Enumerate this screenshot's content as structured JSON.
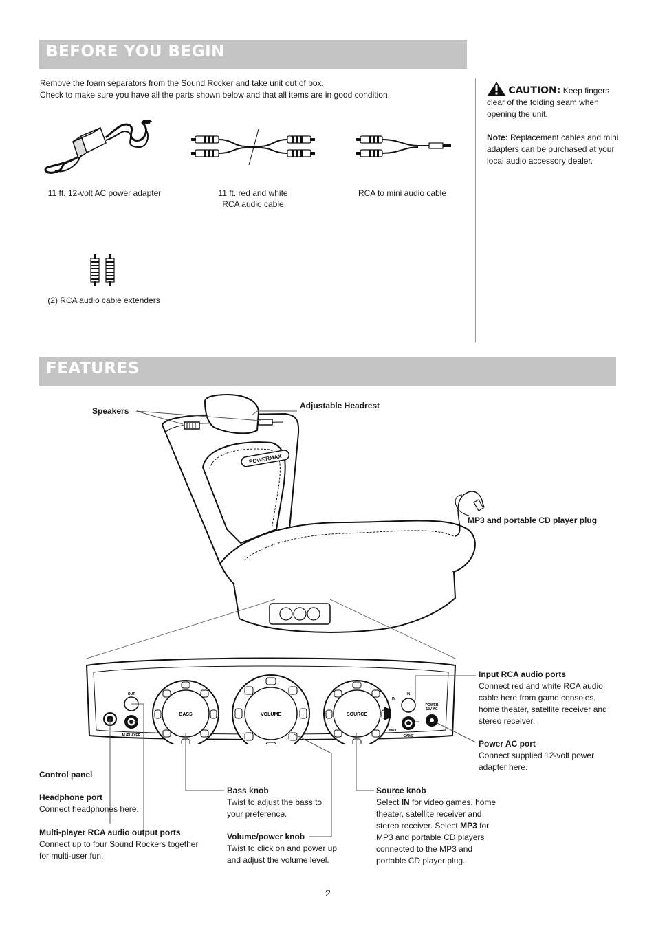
{
  "before": {
    "title": "BEFORE YOU BEGIN",
    "intro_1": "Remove the foam separators from the Sound Rocker and take unit out of box.",
    "intro_2": "Check to make sure you have all the parts shown below and that all items are in good condition.",
    "caution_label": "CAUTION:",
    "caution_text": "Keep fingers clear of the folding seam when opening the unit.",
    "note_label": "Note:",
    "note_text": "Replacement cables and mini adapters can be purchased at your local audio accessory dealer.",
    "parts": [
      {
        "caption": "11 ft. 12-volt AC power adapter"
      },
      {
        "caption_1": "11 ft. red and white",
        "caption_2": "RCA audio cable"
      },
      {
        "caption": "RCA to mini audio cable"
      },
      {
        "caption": "(2) RCA audio cable extenders"
      }
    ]
  },
  "features": {
    "title": "FEATURES",
    "labels": {
      "speakers": "Speakers",
      "headrest": "Adjustable Headrest",
      "mp3_plug": "MP3 and portable CD player plug",
      "logo": "POWERMAX"
    },
    "panel": {
      "out": "OUT",
      "mplayer": "M./PLAYER",
      "bass": "BASS",
      "volume": "VOLUME",
      "source": "SOURCE",
      "in_lbl": "IN",
      "mp3": "MP3",
      "game": "GAME",
      "in_port": "IN",
      "power_1": "POWER",
      "power_2": "12V AC"
    },
    "callouts": {
      "input_rca_title": "Input RCA audio ports",
      "input_rca_text": "Connect red and white RCA audio cable here from game consoles, home theater, satellite receiver and stereo receiver.",
      "power_ac_title": "Power AC port",
      "power_ac_text": "Connect supplied 12-volt power adapter here.",
      "control_panel": "Control panel",
      "headphone_title": "Headphone port",
      "headphone_text": "Connect headphones here.",
      "multiplayer_title": "Multi-player RCA audio output ports",
      "multiplayer_text": "Connect up to four Sound Rockers together for multi-user fun.",
      "bass_title": "Bass knob",
      "bass_text": "Twist to adjust the bass to your preference.",
      "volume_title": "Volume/power knob",
      "volume_text": "Twist to click on and power up and adjust the volume level.",
      "source_title": "Source knob",
      "source_pre": "Select",
      "source_in": "IN",
      "source_mid": "for video games, home theater, satellite receiver and stereo receiver. Select",
      "source_mp3": "MP3",
      "source_post": "for MP3 and portable CD players connected to the MP3 and portable CD player plug."
    }
  },
  "page_number": "2"
}
